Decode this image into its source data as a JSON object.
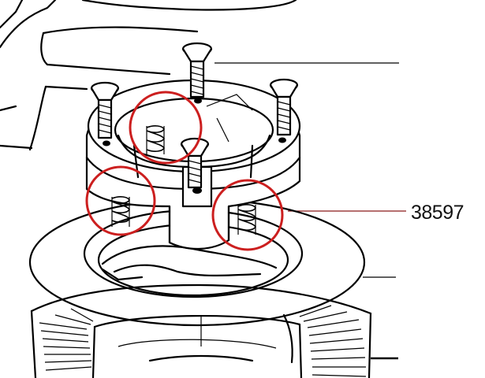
{
  "callout": {
    "part_number": "38597"
  },
  "colors": {
    "line": "#000000",
    "highlight": "#cc1f1f",
    "leader": "#8a1a1a",
    "background": "#ffffff"
  },
  "highlights": [
    "spring-top",
    "spring-left",
    "spring-right"
  ]
}
